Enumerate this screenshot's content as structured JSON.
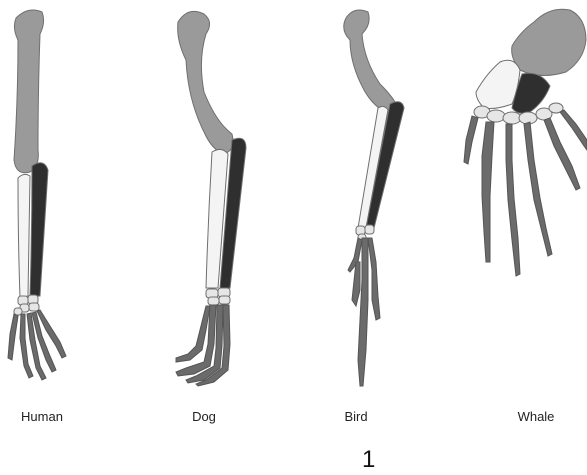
{
  "labels": {
    "human": "Human",
    "dog": "Dog",
    "bird": "Bird",
    "whale": "Whale"
  },
  "page_number": "1",
  "colors": {
    "humerus": "#9a9a9a",
    "radius": "#f4f4f4",
    "ulna": "#2f2f2f",
    "carpals": "#e6e6e6",
    "digits": "#6b6b6b"
  }
}
